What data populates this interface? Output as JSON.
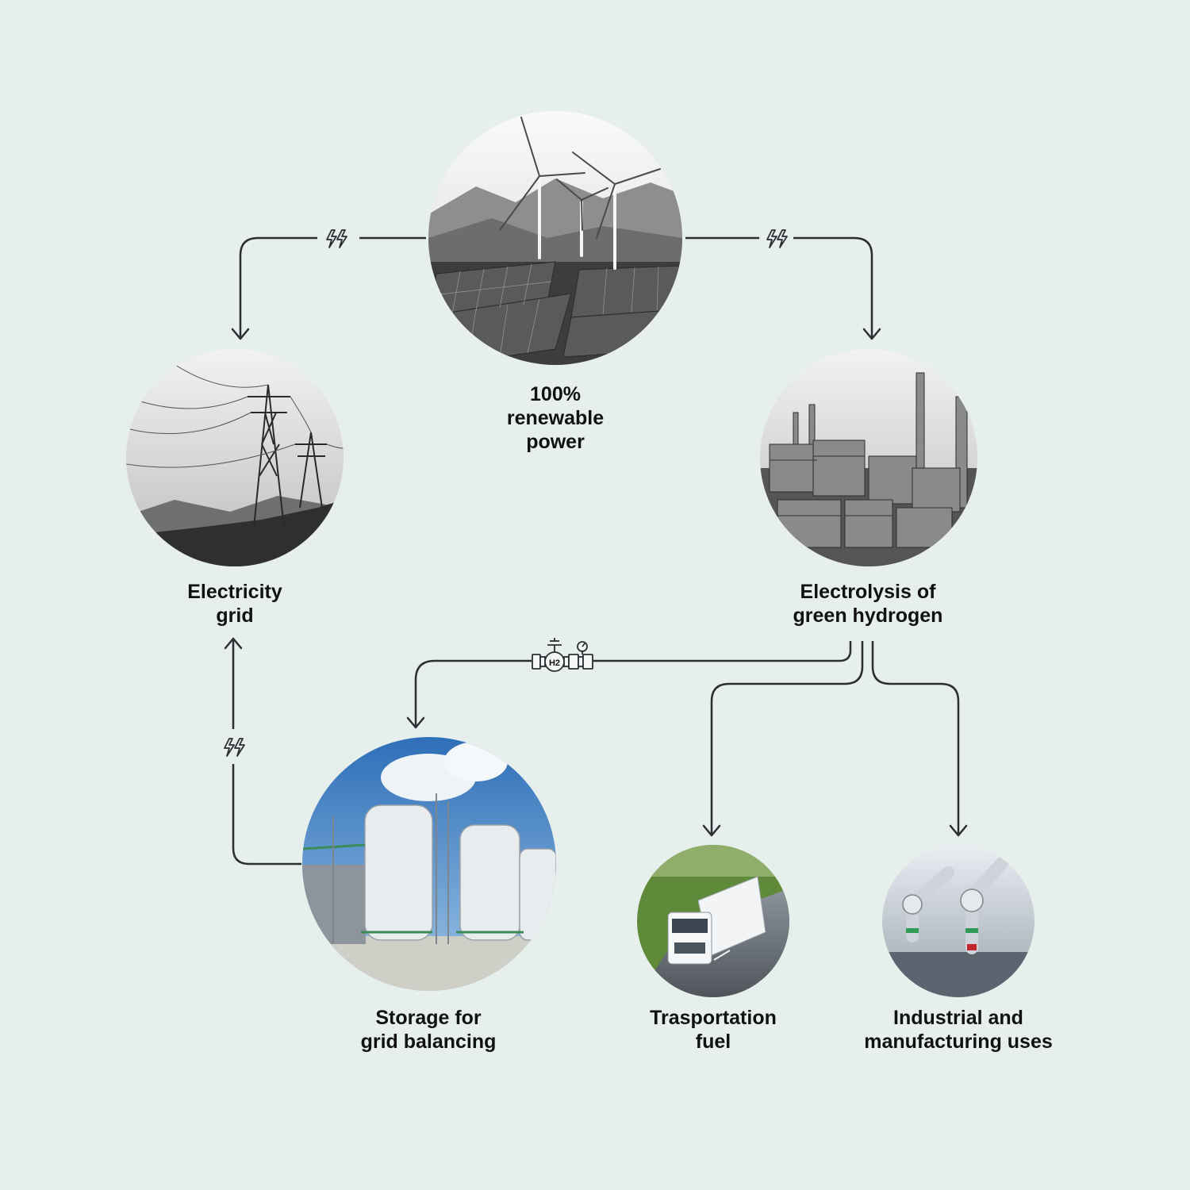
{
  "nodes": {
    "renewable": {
      "label_lines": [
        "100%",
        "renewable",
        "power"
      ],
      "image": "wind-turbines-and-solar-panels"
    },
    "grid": {
      "label_lines": [
        "Electricity",
        "grid"
      ],
      "image": "power-transmission-towers"
    },
    "electrolysis": {
      "label_lines": [
        "Electrolysis of",
        "green hydrogen"
      ],
      "image": "industrial-plant"
    },
    "storage": {
      "label_lines": [
        "Storage for",
        "grid balancing"
      ],
      "image": "hydrogen-storage-tanks"
    },
    "transport": {
      "label_lines": [
        "Trasportation",
        "fuel"
      ],
      "image": "truck-on-highway"
    },
    "industrial": {
      "label_lines": [
        "Industrial and",
        "manufacturing uses"
      ],
      "image": "robotic-arms"
    }
  },
  "edges": [
    {
      "from": "renewable",
      "to": "grid",
      "icon": "electricity-bolts-icon"
    },
    {
      "from": "renewable",
      "to": "electrolysis",
      "icon": "electricity-bolts-icon"
    },
    {
      "from": "electrolysis",
      "to": "storage",
      "icon": "hydrogen-valve-icon"
    },
    {
      "from": "electrolysis",
      "to": "transport"
    },
    {
      "from": "electrolysis",
      "to": "industrial"
    },
    {
      "from": "storage",
      "to": "grid",
      "icon": "electricity-bolts-icon"
    }
  ],
  "valve_icon_text": "H2",
  "colors": {
    "background": "#e6efec",
    "line": "#2a2f33"
  }
}
